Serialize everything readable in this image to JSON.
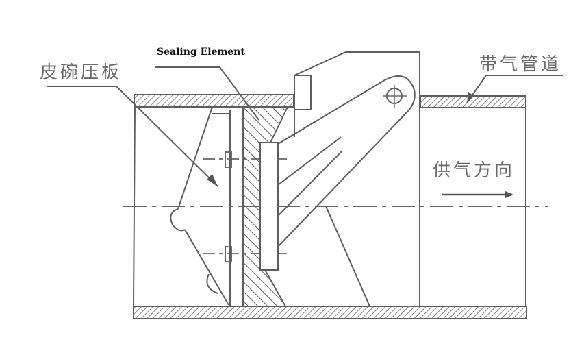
{
  "diagram": {
    "title": "Check valve cross-section in gas pipeline",
    "labels": {
      "cup_pressure_plate": "皮碗压板",
      "sealing_element": "Sealing Element",
      "gas_pipe": "带气管道",
      "supply_direction": "供气方向"
    },
    "colors": {
      "line": "#5e5e5e",
      "hatch": "#6a6a6a",
      "label_cn": "#6a6a6a",
      "label_en": "#111111",
      "background": "#ffffff"
    },
    "components": [
      "upper-pipe-wall",
      "lower-pipe-wall",
      "pipe-flange-left",
      "pipe-flange-right",
      "cup-pressure-plate",
      "leather-cup",
      "sealing-element",
      "valve-disc",
      "hinge-arm",
      "hinge-pin",
      "valve-housing",
      "centerline",
      "flow-direction-arrow"
    ]
  }
}
